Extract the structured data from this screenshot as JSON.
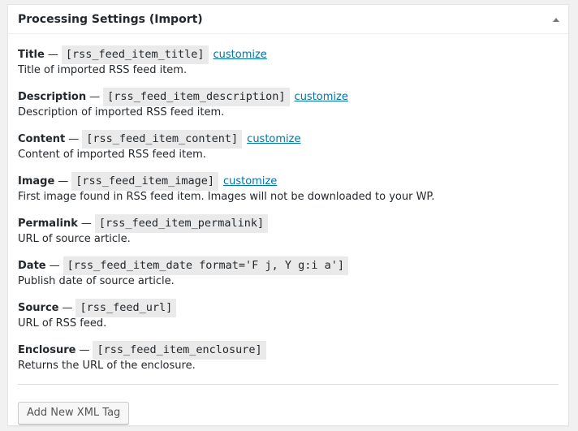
{
  "panel": {
    "title": "Processing Settings (Import)",
    "toggle_icon": "triangle-up-icon"
  },
  "tags": [
    {
      "label": "Title",
      "separator": "—",
      "code": "[rss_feed_item_title]",
      "link": "customize",
      "description": "Title of imported RSS feed item."
    },
    {
      "label": "Description",
      "separator": "—",
      "code": "[rss_feed_item_description]",
      "link": "customize",
      "description": "Description of imported RSS feed item."
    },
    {
      "label": "Content",
      "separator": "—",
      "code": "[rss_feed_item_content]",
      "link": "customize",
      "description": "Content of imported RSS feed item."
    },
    {
      "label": "Image",
      "separator": "—",
      "code": "[rss_feed_item_image]",
      "link": "customize",
      "description": "First image found in RSS feed item. Images will not be downloaded to your WP."
    },
    {
      "label": "Permalink",
      "separator": "—",
      "code": "[rss_feed_item_permalink]",
      "description": "URL of source article."
    },
    {
      "label": "Date",
      "separator": "—",
      "code": "[rss_feed_item_date format='F j, Y g:i a']",
      "description": "Publish date of source article."
    },
    {
      "label": "Source",
      "separator": "—",
      "code": "[rss_feed_url]",
      "description": "URL of RSS feed."
    },
    {
      "label": "Enclosure",
      "separator": "—",
      "code": "[rss_feed_item_enclosure]",
      "description": "Returns the URL of the enclosure."
    }
  ],
  "add_button": {
    "label": "Add New XML Tag"
  },
  "colors": {
    "link": "#0073aa",
    "code_bg": "#eaeaea",
    "text": "#23282d"
  }
}
